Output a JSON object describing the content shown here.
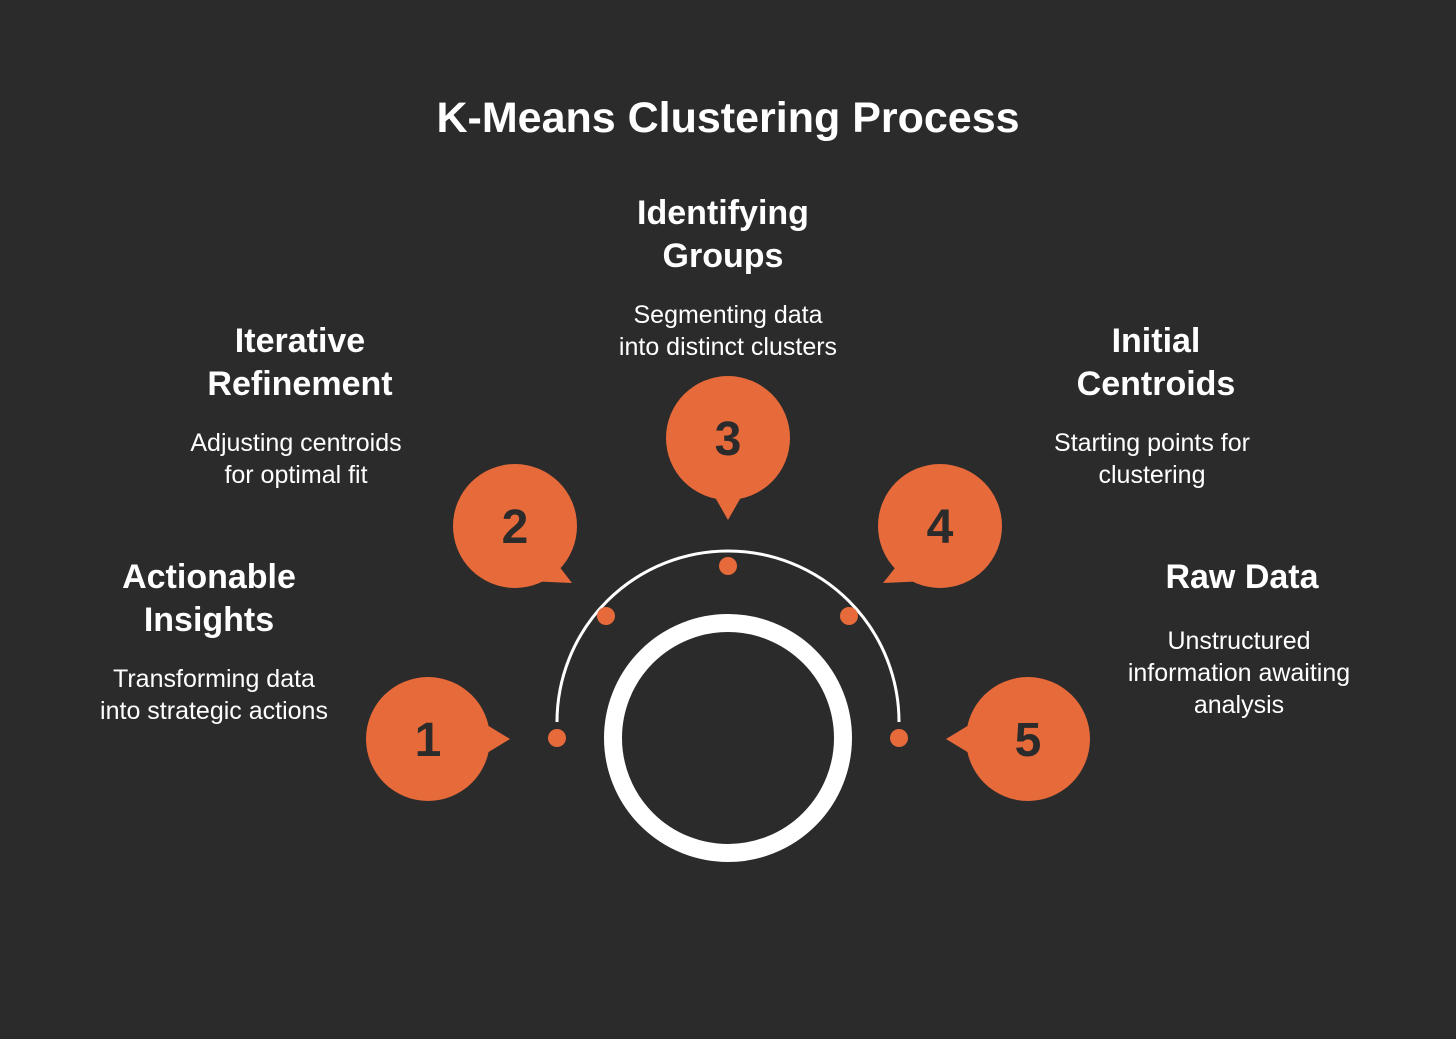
{
  "title": "K-Means Clustering Process",
  "colors": {
    "background": "#2b2b2b",
    "accent": "#e66a3a",
    "text": "#ffffff",
    "number": "#2b2b2b"
  },
  "steps": [
    {
      "number": "1",
      "title": [
        "Actionable",
        "Insights"
      ],
      "description": [
        "Transforming data",
        "into strategic actions"
      ]
    },
    {
      "number": "2",
      "title": [
        "Iterative",
        "Refinement"
      ],
      "description": [
        "Adjusting centroids",
        "for optimal fit"
      ]
    },
    {
      "number": "3",
      "title": [
        "Identifying",
        "Groups"
      ],
      "description": [
        "Segmenting data",
        "into distinct clusters"
      ]
    },
    {
      "number": "4",
      "title": [
        "Initial",
        "Centroids"
      ],
      "description": [
        "Starting points for",
        "clustering"
      ]
    },
    {
      "number": "5",
      "title": [
        "Raw Data"
      ],
      "description": [
        "Unstructured",
        "information awaiting",
        "analysis"
      ]
    }
  ]
}
